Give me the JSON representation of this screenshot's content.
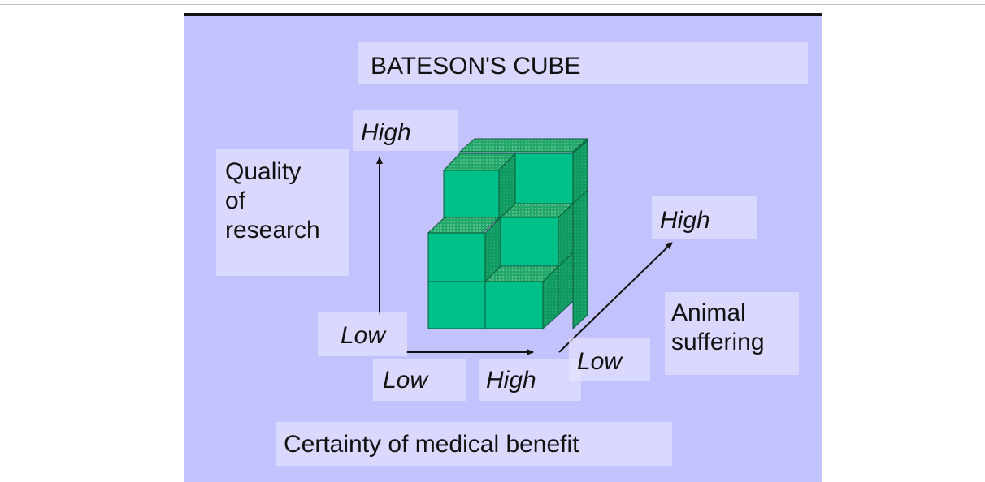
{
  "title": "BATESON'S CUBE",
  "axes": {
    "vertical": {
      "label": "Quality of research",
      "lines": [
        "Quality",
        "of",
        "research"
      ],
      "low": "Low",
      "high": "High"
    },
    "horizontal": {
      "label": "Certainty of medical benefit",
      "low": "Low",
      "high": "High"
    },
    "depth": {
      "label": "Animal suffering",
      "lines": [
        "Animal",
        "suffering"
      ],
      "low": "Low",
      "high": "High"
    }
  },
  "colors": {
    "background": "#c2c2ff",
    "cube_front": "#00c08a",
    "cube_top": "#24a86a",
    "cube_side": "#0f9a62",
    "arrow": "#111111"
  }
}
